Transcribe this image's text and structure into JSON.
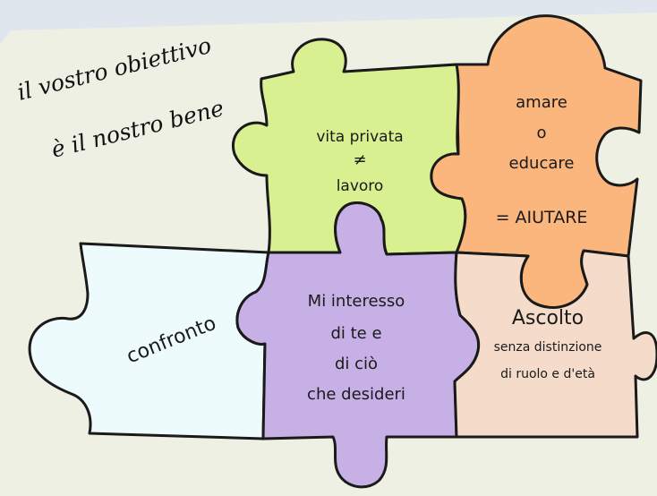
{
  "slogan": {
    "line1": "il vostro obiettivo",
    "line2": "è il nostro bene"
  },
  "pieces": {
    "green": {
      "line1": "vita privata",
      "line2": "≠",
      "line3": "lavoro",
      "color": "#d8f08f"
    },
    "orange": {
      "line1": "amare",
      "line2": "o",
      "line3": "educare",
      "line4": "= AIUTARE",
      "color": "#fab67c"
    },
    "white": {
      "line1": "confronto",
      "color": "#eefbfc"
    },
    "purple": {
      "line1": "Mi interesso",
      "line2": "di te e",
      "line3": "di ciò",
      "line4": "che desideri",
      "color": "#c7b0e6"
    },
    "beige": {
      "line1": "Ascolto",
      "line2": "senza distinzione",
      "line3": "di ruolo e d'età",
      "color": "#f5dcca"
    }
  },
  "colors": {
    "background": "#dfe6ee",
    "panel": "#eef0e4",
    "outline": "#1a1a1a"
  }
}
